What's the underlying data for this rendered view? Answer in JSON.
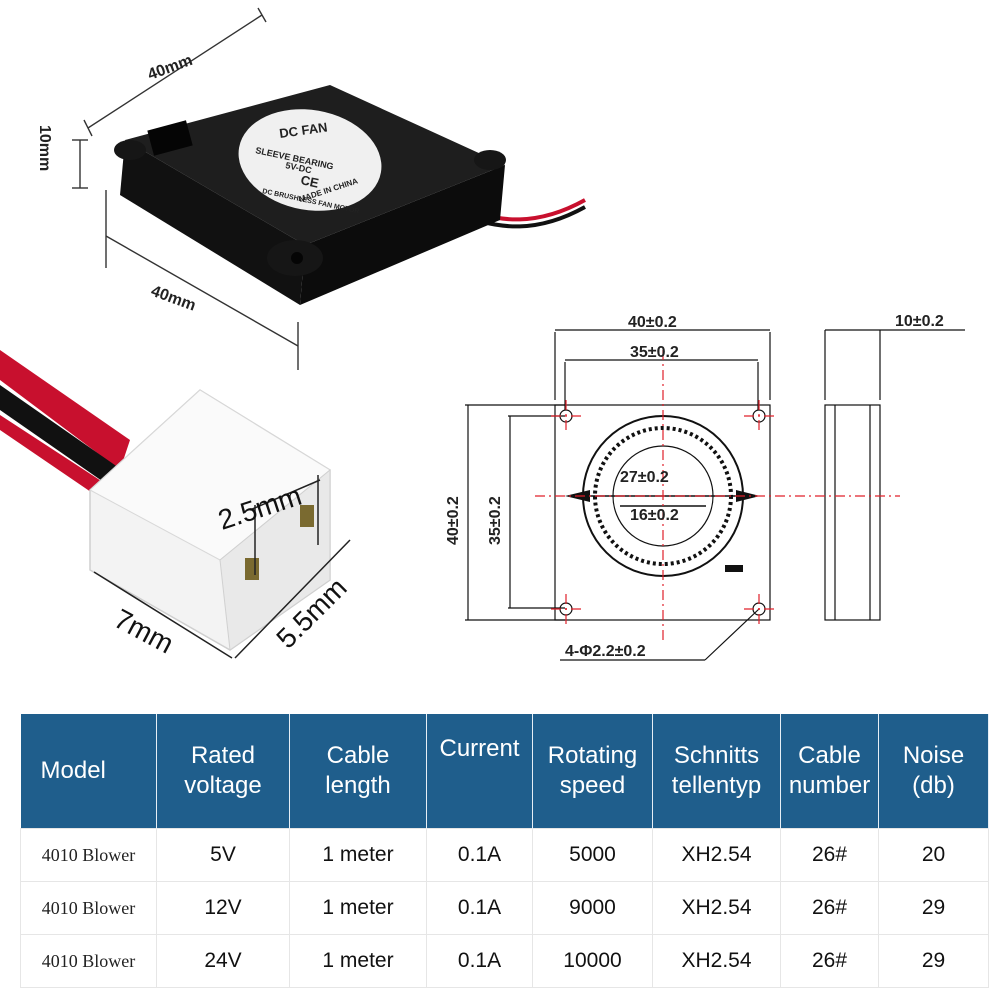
{
  "photo_dims": {
    "width": "40mm",
    "height": "10mm",
    "depth": "40mm"
  },
  "fan_label": {
    "line1": "DC FAN",
    "line2": "SLEEVE BEARING",
    "line3": "5V-DC",
    "line4": "DC BRUSHLESS FAN MOTOR",
    "line5": "MADE IN CHINA",
    "ce": "CE"
  },
  "connector_dims": {
    "pitch": "2.5mm",
    "width": "7mm",
    "depth": "5.5mm"
  },
  "drawing": {
    "outer_w": "40±0.2",
    "inner_w": "35±0.2",
    "outer_h": "40±0.2",
    "inner_h": "35±0.2",
    "rotor_outer": "27±0.2",
    "rotor_inner": "16±0.2",
    "holes": "4-Φ2.2±0.2",
    "thickness": "10±0.2"
  },
  "table": {
    "headers": [
      {
        "l1": "Model",
        "l2": ""
      },
      {
        "l1": "Rated",
        "l2": "voltage"
      },
      {
        "l1": "Cable",
        "l2": "length"
      },
      {
        "l1": "Current",
        "l2": ""
      },
      {
        "l1": "Rotating",
        "l2": "speed"
      },
      {
        "l1": "Schnitts",
        "l2": "tellentyp"
      },
      {
        "l1": "Cable",
        "l2": "number"
      },
      {
        "l1": "Noise",
        "l2": "(db)"
      }
    ],
    "rows": [
      [
        "4010 Blower",
        "5V",
        "1 meter",
        "0.1A",
        "5000",
        "XH2.54",
        "26#",
        "20"
      ],
      [
        "4010 Blower",
        "12V",
        "1 meter",
        "0.1A",
        "9000",
        "XH2.54",
        "26#",
        "29"
      ],
      [
        "4010 Blower",
        "24V",
        "1 meter",
        "0.1A",
        "10000",
        "XH2.54",
        "26#",
        "29"
      ]
    ]
  },
  "colors": {
    "header_bg": "#1f5e8c",
    "fan_body": "#1a1a1a",
    "centerline": "#e0202a",
    "connector": "#f2f2f2",
    "wire_red": "#c8102e"
  }
}
